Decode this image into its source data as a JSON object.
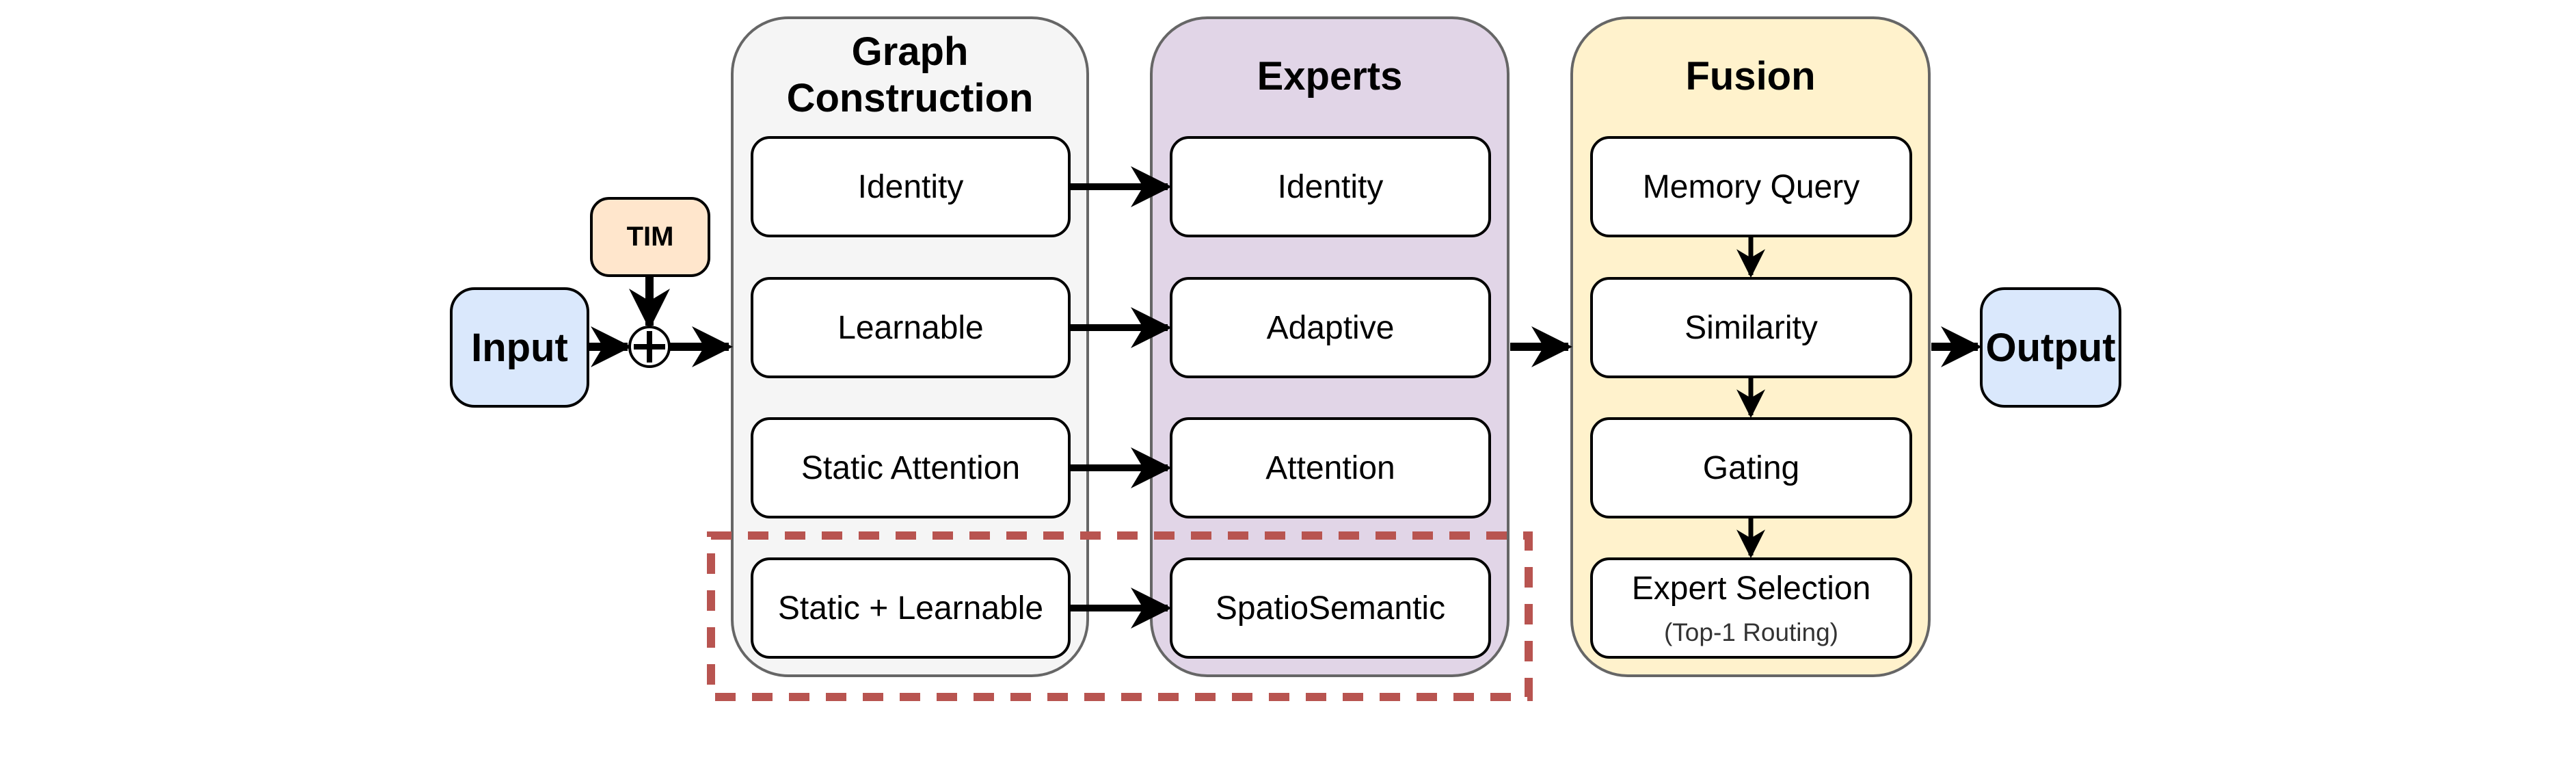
{
  "colors": {
    "io_fill": "#dae8fc",
    "tim_fill": "#ffe6cc",
    "graph_fill": "#f5f5f5",
    "experts_fill": "#e1d5e7",
    "fusion_fill": "#fff2cc",
    "highlight_dash": "#b85450",
    "container_border": "#666666"
  },
  "input": {
    "label": "Input"
  },
  "tim": {
    "label": "TIM"
  },
  "combine": {
    "symbol": "+"
  },
  "output": {
    "label": "Output"
  },
  "graph_construction": {
    "title_line1": "Graph",
    "title_line2": "Construction",
    "items": [
      {
        "label": "Identity"
      },
      {
        "label": "Learnable"
      },
      {
        "label": "Static Attention"
      },
      {
        "label": "Static + Learnable"
      }
    ]
  },
  "experts": {
    "title": "Experts",
    "items": [
      {
        "label": "Identity"
      },
      {
        "label": "Adaptive"
      },
      {
        "label": "Attention"
      },
      {
        "label": "SpatioSemantic"
      }
    ]
  },
  "fusion": {
    "title": "Fusion",
    "items": [
      {
        "label": "Memory Query"
      },
      {
        "label": "Similarity"
      },
      {
        "label": "Gating"
      },
      {
        "label": "Expert Selection",
        "sublabel": "(Top-1 Routing)"
      }
    ]
  },
  "highlight": {
    "description": "Static + Learnable -> SpatioSemantic",
    "style": "dashed"
  }
}
